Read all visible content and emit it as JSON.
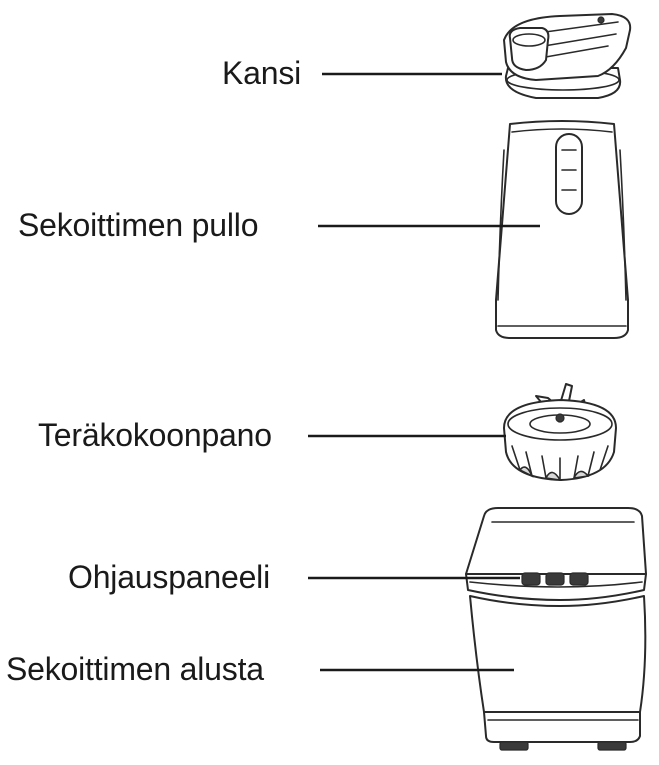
{
  "diagram": {
    "labels": {
      "lid": "Kansi",
      "bottle": "Sekoittimen pullo",
      "blade": "Teräkokoonpano",
      "panel": "Ohjauspaneeli",
      "base": "Sekoittimen alusta"
    }
  }
}
